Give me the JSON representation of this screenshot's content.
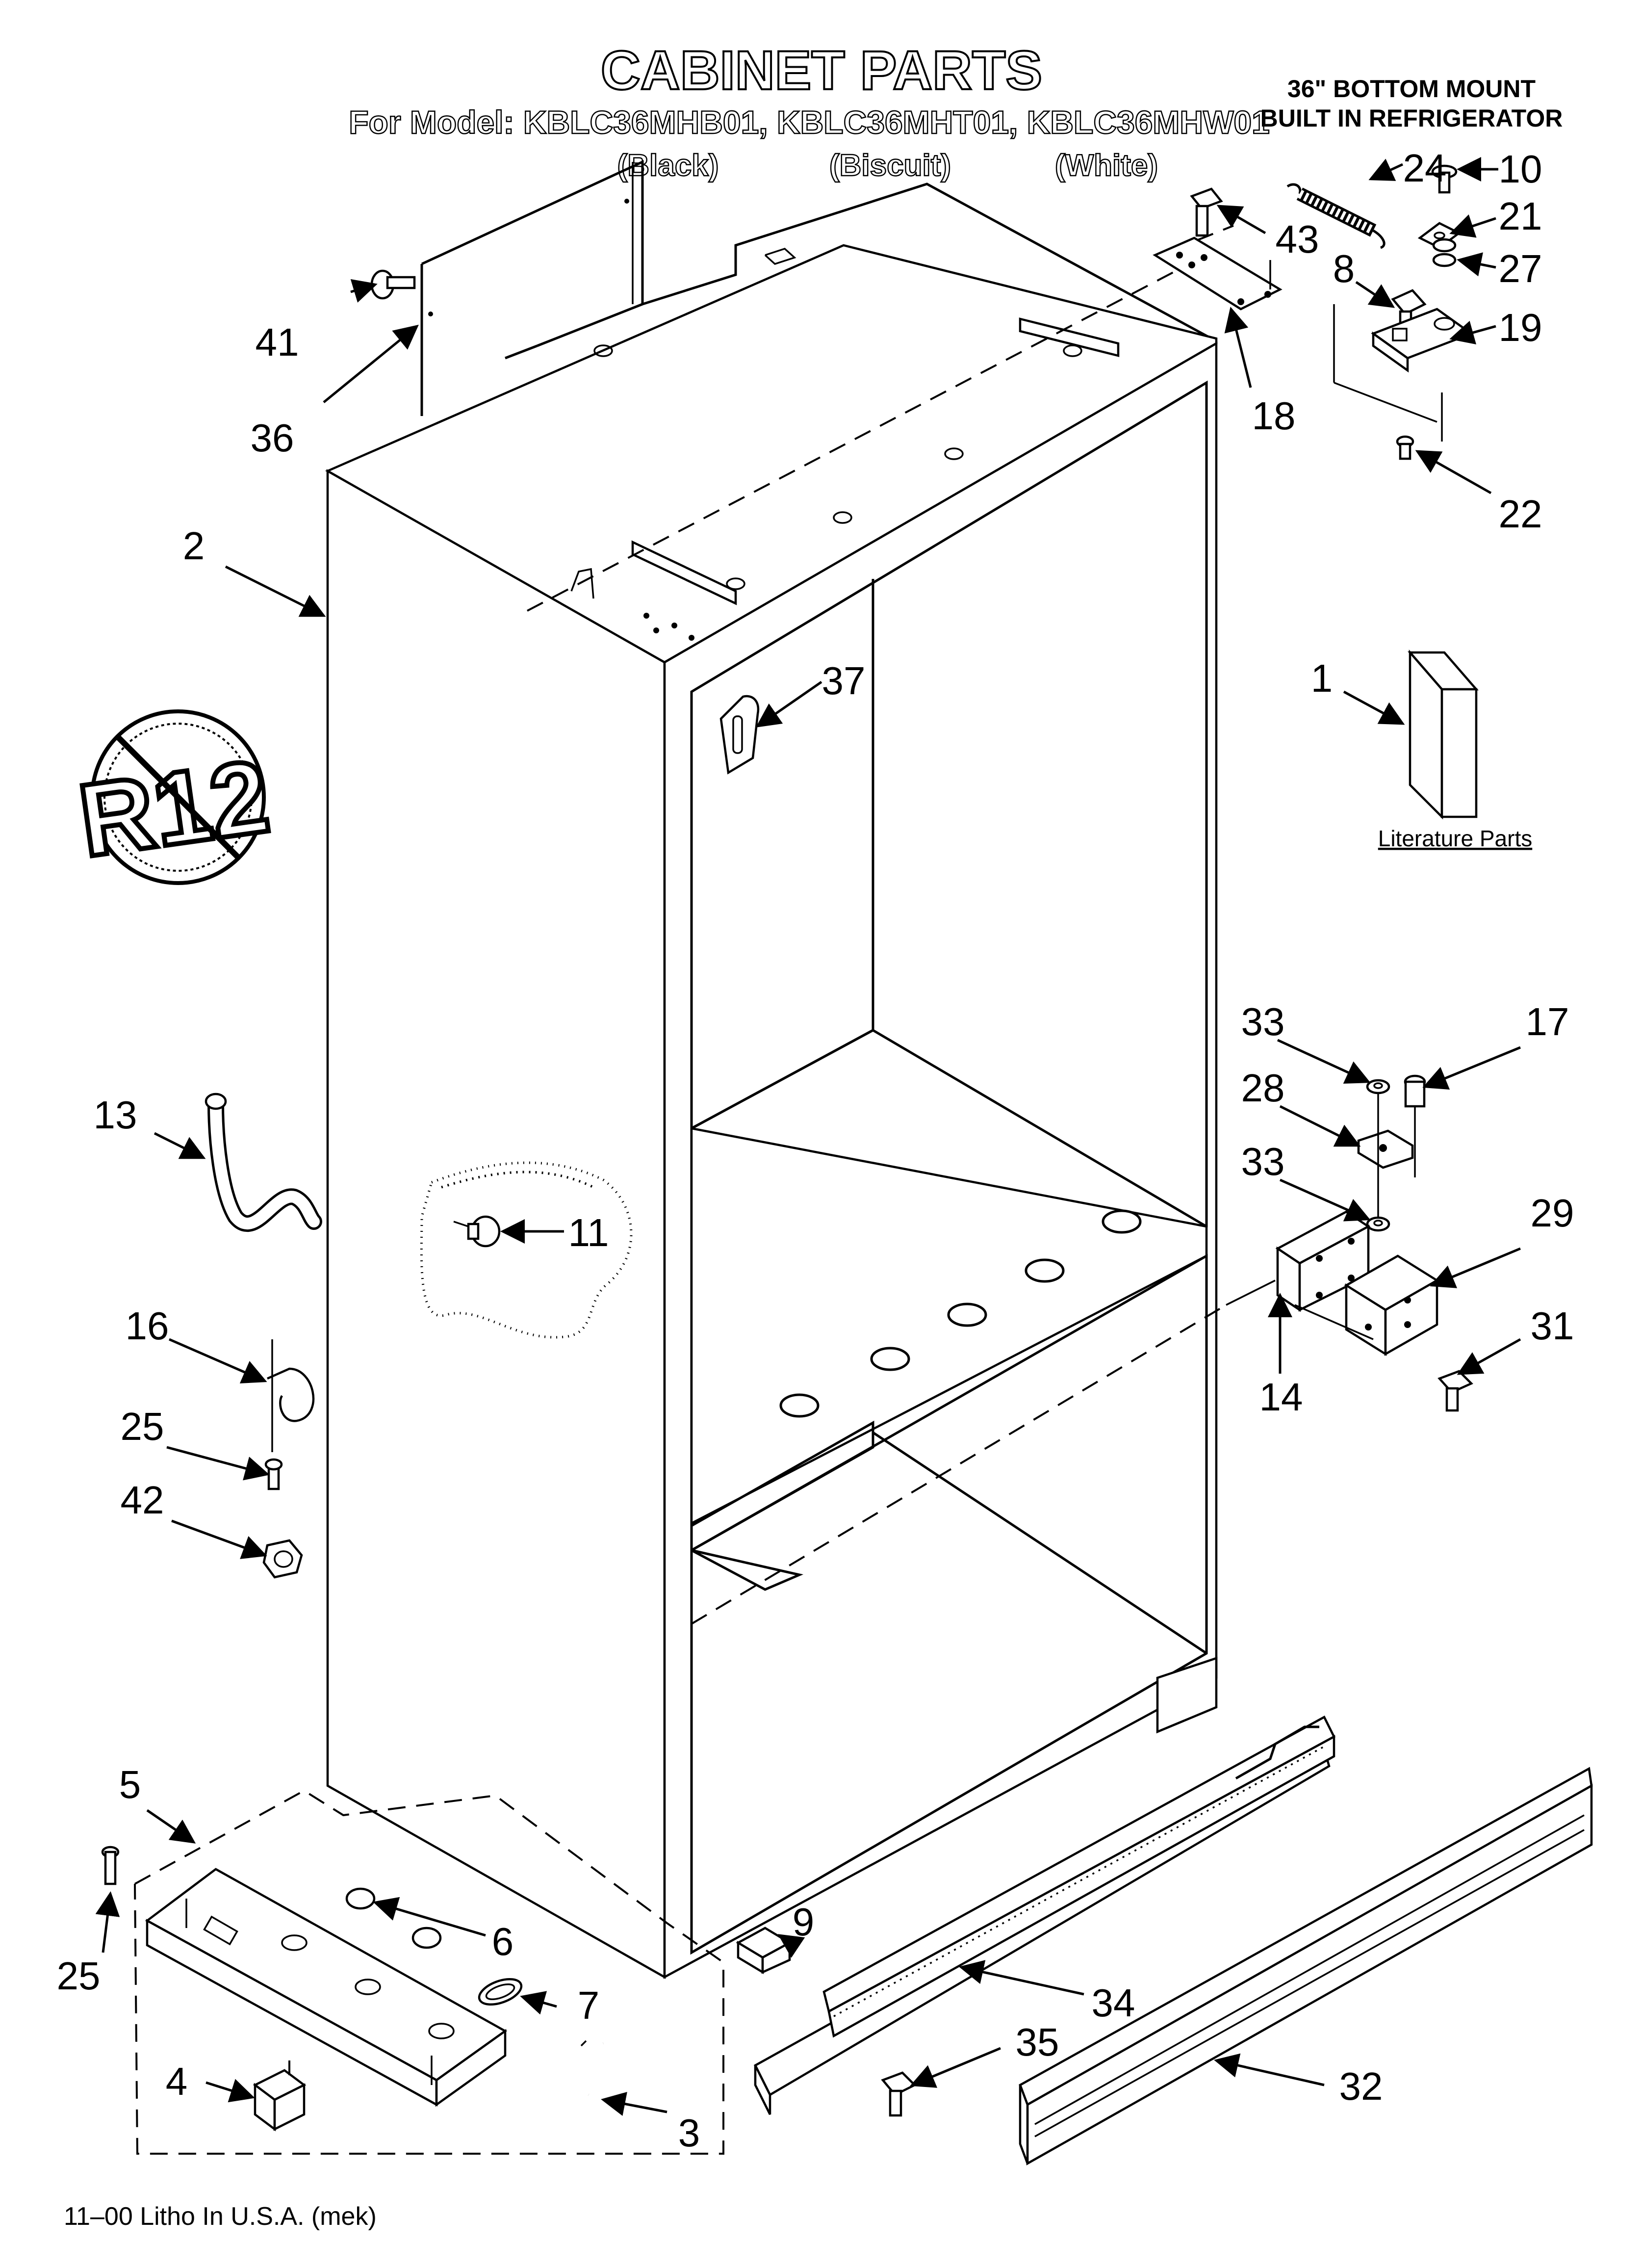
{
  "header": {
    "title": "CABINET PARTS",
    "model_line": "For Model: KBLC36MHB01, KBLC36MHT01, KBLC36MHW01",
    "color_black": "(Black)",
    "color_biscuit": "(Biscuit)",
    "color_white": "(White)",
    "product_line1": "36\" BOTTOM MOUNT",
    "product_line2": "BUILT IN REFRIGERATOR"
  },
  "badge": {
    "text": "R12"
  },
  "literature": {
    "label": "Literature Parts"
  },
  "footer": {
    "litho": "11–00 Litho In U.S.A. (mek)"
  },
  "callouts": {
    "c1": "1",
    "c2": "2",
    "c3": "3",
    "c4": "4",
    "c5": "5",
    "c6": "6",
    "c7": "7",
    "c8": "8",
    "c9": "9",
    "c10": "10",
    "c11": "11",
    "c13": "13",
    "c14": "14",
    "c16": "16",
    "c17": "17",
    "c18": "18",
    "c19": "19",
    "c21": "21",
    "c22": "22",
    "c24": "24",
    "c25a": "25",
    "c25b": "25",
    "c27": "27",
    "c28": "28",
    "c29": "29",
    "c31": "31",
    "c32": "32",
    "c33a": "33",
    "c33b": "33",
    "c34": "34",
    "c35": "35",
    "c36": "36",
    "c37": "37",
    "c41": "41",
    "c42": "42",
    "c43": "43"
  }
}
